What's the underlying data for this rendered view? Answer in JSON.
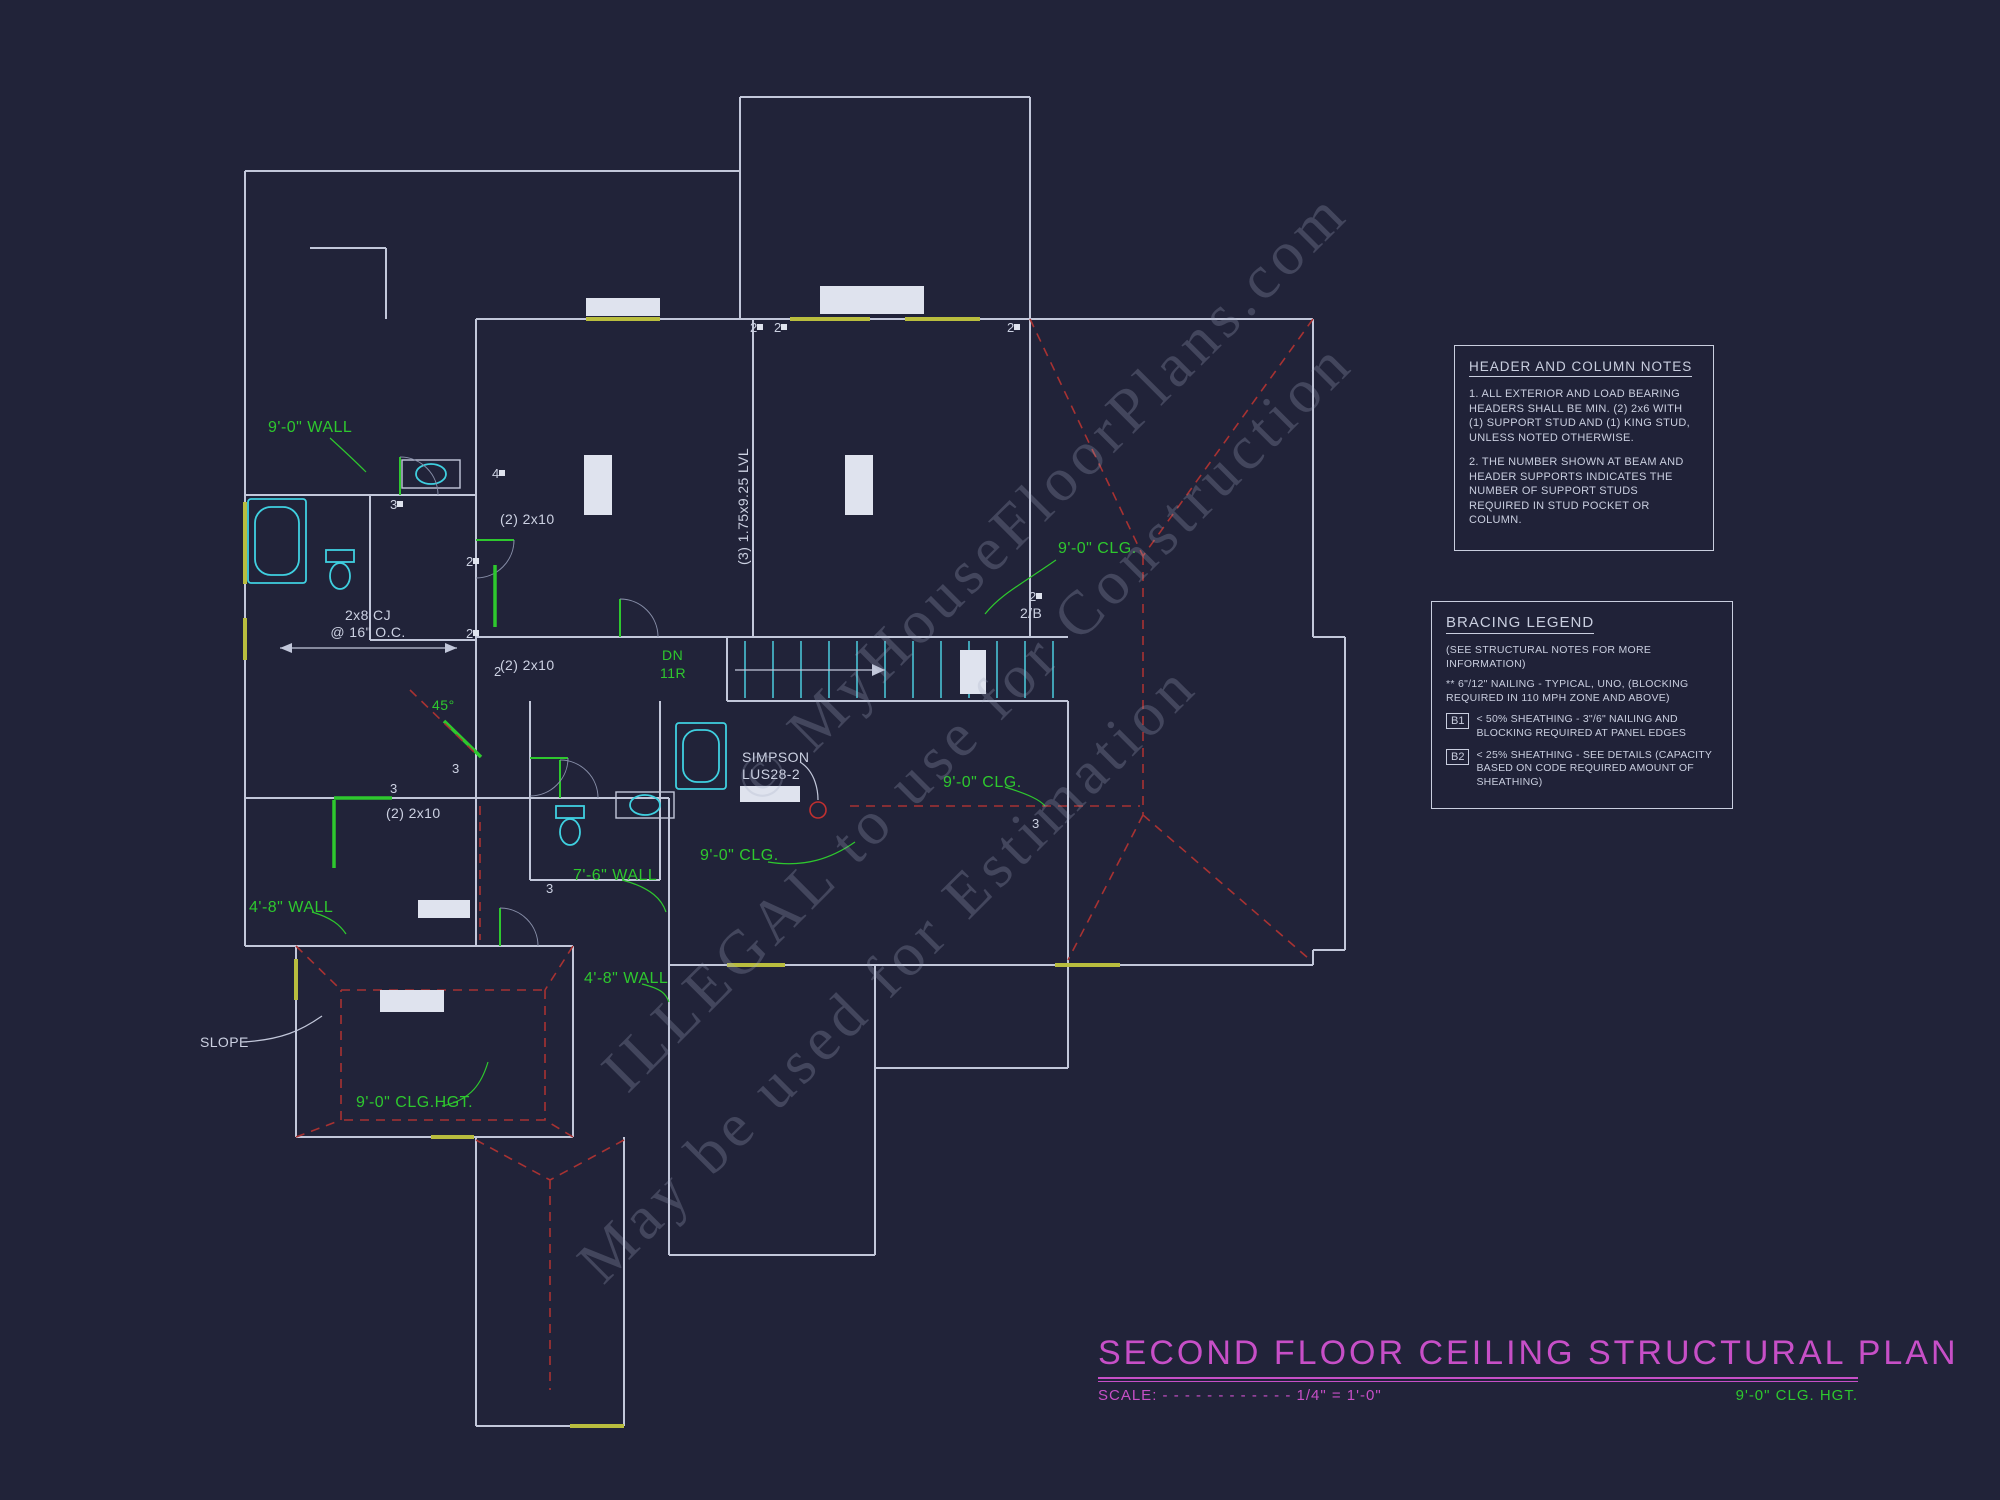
{
  "colors": {
    "background": "#212339",
    "walls": "#c2c7da",
    "green": "#2ec82e",
    "yellow": "#b9bd3e",
    "cyan": "#3fd0e0",
    "red_dashed": "#a83232",
    "magenta": "#c74fc7"
  },
  "watermark": {
    "line1": "© MyHouseFloorPlans.com",
    "line2": "ILLEGAL to use for Construction",
    "line3": "May be used for Estimation"
  },
  "header_notes": {
    "title": "HEADER AND COLUMN NOTES",
    "note1": "1. ALL EXTERIOR AND LOAD BEARING HEADERS SHALL BE MIN. (2) 2x6 WITH (1) SUPPORT STUD AND (1) KING STUD, UNLESS NOTED OTHERWISE.",
    "note2": "2. THE NUMBER SHOWN AT BEAM AND HEADER SUPPORTS INDICATES THE NUMBER OF SUPPORT STUDS REQUIRED IN STUD POCKET OR COLUMN."
  },
  "bracing_legend": {
    "title": "BRACING LEGEND",
    "subtitle": "(SEE STRUCTURAL NOTES FOR MORE INFORMATION)",
    "note_star": "** 6\"/12\" NAILING - TYPICAL, UNO, (BLOCKING REQUIRED IN 110 MPH ZONE AND ABOVE)",
    "b1_tag": "B1",
    "b1_text": "< 50% SHEATHING - 3\"/6\" NAILING AND BLOCKING REQUIRED AT PANEL EDGES",
    "b2_tag": "B2",
    "b2_text": "< 25% SHEATHING - SEE DETAILS (CAPACITY BASED ON CODE REQUIRED AMOUNT OF SHEATHING)"
  },
  "titleblock": {
    "title": "SECOND FLOOR CEILING STRUCTURAL PLAN",
    "scale_label": "SCALE:",
    "scale_dashes": "- - - - - - - - - - - -",
    "scale_value": "1/4\" = 1'-0\"",
    "clg": "9'-0\" CLG. HGT."
  },
  "plan": {
    "wall_9_0": "9'-0\" WALL",
    "clg_9_0_a": "9'-0\" CLG.",
    "clg_9_0_b": "9'-0\" CLG.",
    "clg_9_0_c": "9'-0\" CLG.",
    "wall_7_6": "7'-6\" WALL",
    "wall_4_8_a": "4'-8\" WALL",
    "wall_4_8_b": "4'-8\" WALL",
    "clg_hgt_9_0": "9'-0\" CLG.HGT.",
    "dn": "DN",
    "riser": "11R",
    "angle_45": "45°",
    "cj_line1": "2x8 CJ",
    "cj_line2": "@ 16\" O.C.",
    "two_2x10_a": "(2) 2x10",
    "two_2x10_b": "(2) 2x10",
    "two_2x10_c": "(2) 2x10",
    "lvl": "(3) 1.75x9.25 LVL",
    "simpson_line1": "SIMPSON",
    "simpson_line2": "LUS28-2",
    "slope": "SLOPE",
    "two_b": "2/B",
    "studs": [
      "4",
      "3",
      "2",
      "2",
      "2",
      "2",
      "2",
      "2",
      "2",
      "3",
      "3",
      "3",
      "3"
    ]
  }
}
